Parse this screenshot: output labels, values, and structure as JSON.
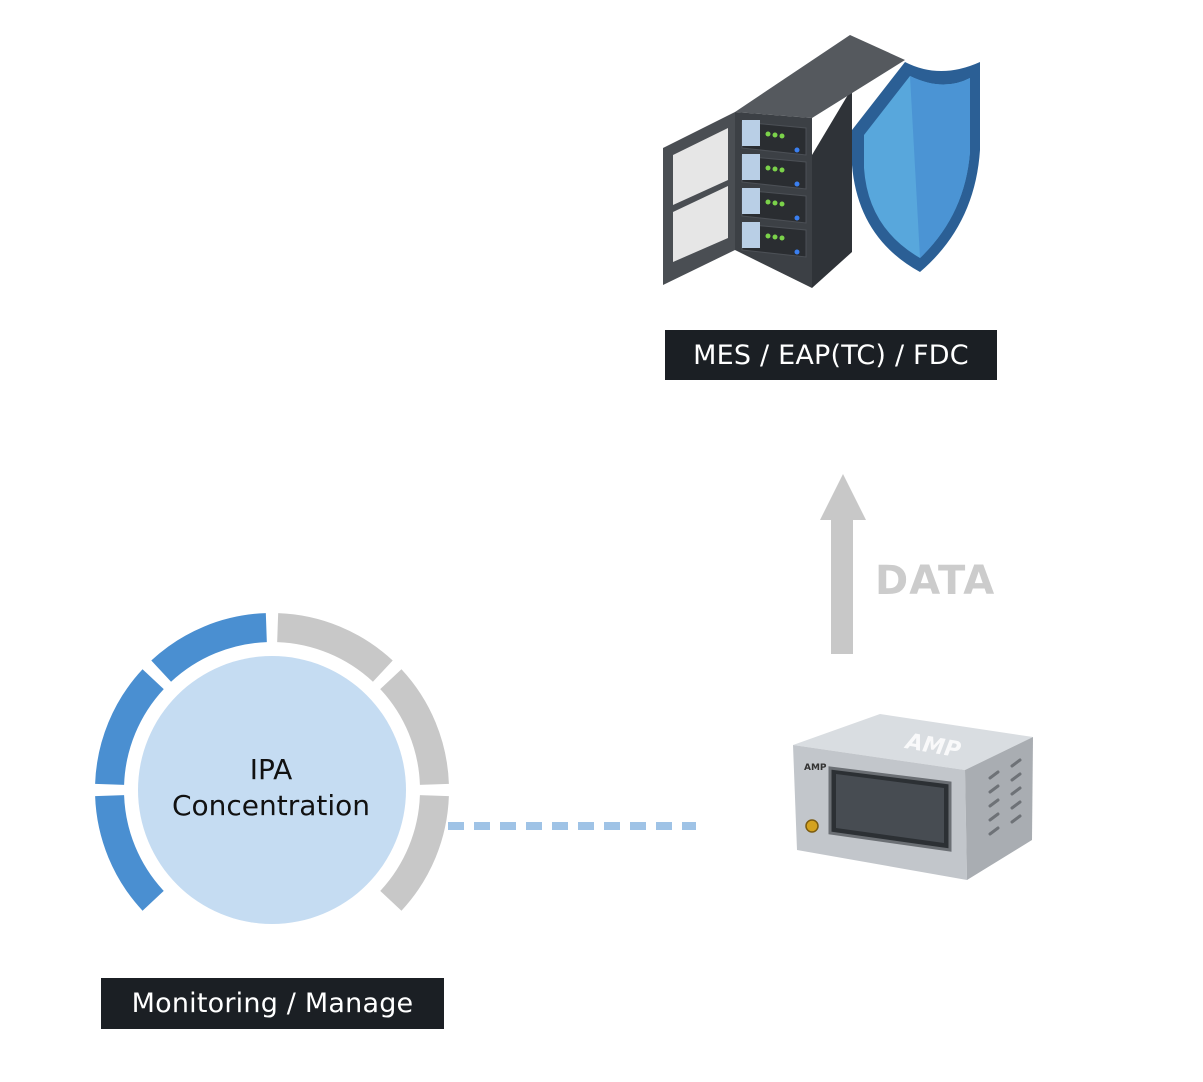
{
  "server": {
    "label": "MES / EAP(TC) / FDC",
    "icon": "server-shield-icon"
  },
  "flow": {
    "label": "DATA",
    "icon": "arrow-up-icon"
  },
  "gauge": {
    "line1": "IPA",
    "line2": "Concentration",
    "segments_total": 6,
    "segments_active": 3,
    "active_color": "#4a8fd1",
    "inactive_color": "#c8c8c8",
    "inner_color": "#c5dcf2"
  },
  "device": {
    "brand": "AMP",
    "icon": "amp-device-icon"
  },
  "monitor": {
    "label": "Monitoring / Manage"
  }
}
